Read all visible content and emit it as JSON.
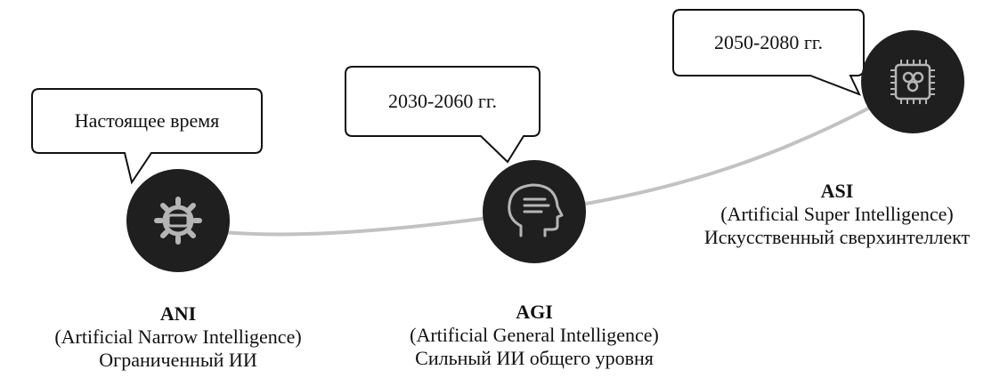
{
  "stages": [
    {
      "id": "ani",
      "callout": "Настоящее время",
      "abbr": "ANI",
      "full_name": "(Artificial Narrow Intelligence)",
      "ru_name": "Ограниченный ИИ",
      "icon": "gear-icon"
    },
    {
      "id": "agi",
      "callout": "2030-2060 гг.",
      "abbr": "AGI",
      "full_name": "(Artificial General Intelligence)",
      "ru_name": "Сильный ИИ общего уровня",
      "icon": "head-icon"
    },
    {
      "id": "asi",
      "callout": "2050-2080 гг.",
      "abbr": "ASI",
      "full_name": "(Artificial Super Intelligence)",
      "ru_name": "Искусственный сверхинтеллект",
      "icon": "chip-icon"
    }
  ],
  "colors": {
    "node": "#1f1f1f",
    "icon": "#b5b5b5",
    "line": "#c2c2c2"
  }
}
